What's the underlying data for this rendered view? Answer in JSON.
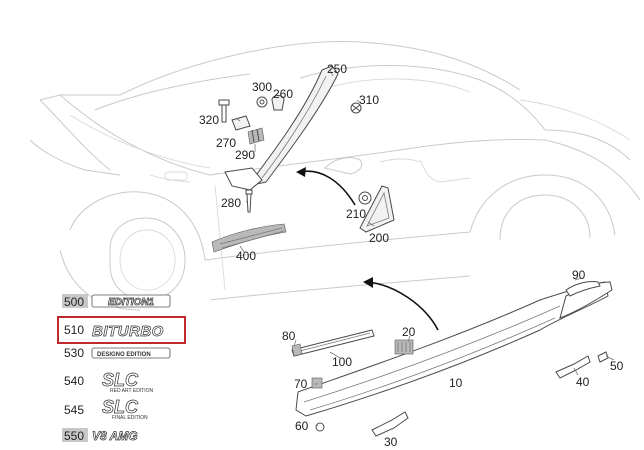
{
  "diagram": {
    "callouts": [
      {
        "id": "250",
        "label": "250"
      },
      {
        "id": "300",
        "label": "300"
      },
      {
        "id": "260",
        "label": "260"
      },
      {
        "id": "310",
        "label": "310"
      },
      {
        "id": "320",
        "label": "320"
      },
      {
        "id": "270",
        "label": "270"
      },
      {
        "id": "290",
        "label": "290"
      },
      {
        "id": "280",
        "label": "280"
      },
      {
        "id": "210",
        "label": "210"
      },
      {
        "id": "200",
        "label": "200"
      },
      {
        "id": "400",
        "label": "400"
      },
      {
        "id": "90",
        "label": "90"
      },
      {
        "id": "80",
        "label": "80"
      },
      {
        "id": "20",
        "label": "20"
      },
      {
        "id": "100",
        "label": "100"
      },
      {
        "id": "70",
        "label": "70"
      },
      {
        "id": "10",
        "label": "10"
      },
      {
        "id": "40",
        "label": "40"
      },
      {
        "id": "50",
        "label": "50"
      },
      {
        "id": "60",
        "label": "60"
      },
      {
        "id": "30",
        "label": "30"
      }
    ],
    "badges": [
      {
        "id": "500",
        "label": "500",
        "text": "EDITION1",
        "shaded": true
      },
      {
        "id": "510",
        "label": "510",
        "text": "BITURBO",
        "shaded": false,
        "highlighted": true
      },
      {
        "id": "530",
        "label": "530",
        "text": "DESIGNO EDITION",
        "shaded": false
      },
      {
        "id": "540",
        "label": "540",
        "text": "SLC",
        "subtext": "RED ART EDITION",
        "shaded": false
      },
      {
        "id": "545",
        "label": "545",
        "text": "SLC",
        "subtext": "FINAL EDITION",
        "shaded": false
      },
      {
        "id": "550",
        "label": "550",
        "text": "V8 AMG",
        "shaded": true
      }
    ],
    "highlight_color": "#c0282c"
  }
}
